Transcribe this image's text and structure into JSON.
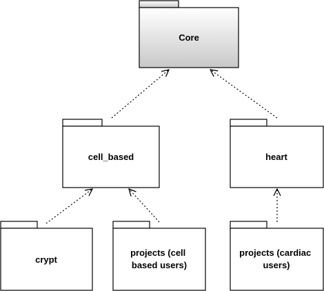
{
  "packages": {
    "core": {
      "label": "Core"
    },
    "cell_based": {
      "label": "cell_based"
    },
    "heart": {
      "label": "heart"
    },
    "crypt": {
      "label": "crypt"
    },
    "projects_cell": {
      "label_lines": [
        "projects (cell",
        "based users)"
      ]
    },
    "projects_cardiac": {
      "label_lines": [
        "projects (cardiac",
        "users)"
      ]
    }
  },
  "colors": {
    "core_gradient_top": "#ffffff",
    "core_gradient_bottom": "#c8c8c8",
    "stroke": "#000000"
  }
}
